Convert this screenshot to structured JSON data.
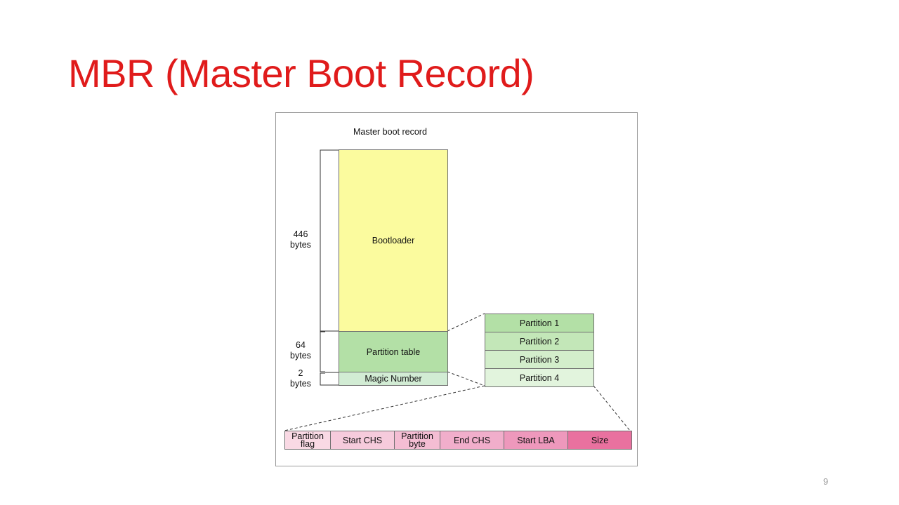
{
  "slide": {
    "title": "MBR (Master Boot Record)",
    "page_number": "9"
  },
  "diagram": {
    "caption": "Master boot record",
    "sections": {
      "bootloader": {
        "label": "Bootloader",
        "size": "446",
        "unit": "bytes",
        "color": "#fbfb9e"
      },
      "partition_table": {
        "label": "Partition table",
        "size": "64",
        "unit": "bytes",
        "color": "#b3e0a6"
      },
      "magic_number": {
        "label": "Magic Number",
        "size": "2",
        "unit": "bytes",
        "color": "#d2ecd4"
      }
    },
    "partitions": [
      {
        "label": "Partition 1",
        "color": "#b3e0a6"
      },
      {
        "label": "Partition 2",
        "color": "#c3e7b8"
      },
      {
        "label": "Partition 3",
        "color": "#d3eecb"
      },
      {
        "label": "Partition 4",
        "color": "#e2f4dd"
      }
    ],
    "entry_fields": [
      {
        "line1": "Partition",
        "line2": "flag",
        "color": "#f9d9e4"
      },
      {
        "line1": "Start CHS",
        "line2": "",
        "color": "#f6cbdc"
      },
      {
        "line1": "Partition",
        "line2": "byte",
        "color": "#f4bdd3"
      },
      {
        "line1": "End CHS",
        "line2": "",
        "color": "#f1aecb"
      },
      {
        "line1": "Start LBA",
        "line2": "",
        "color": "#ee98bc"
      },
      {
        "line1": "Size",
        "line2": "",
        "color": "#e9719f"
      }
    ]
  }
}
